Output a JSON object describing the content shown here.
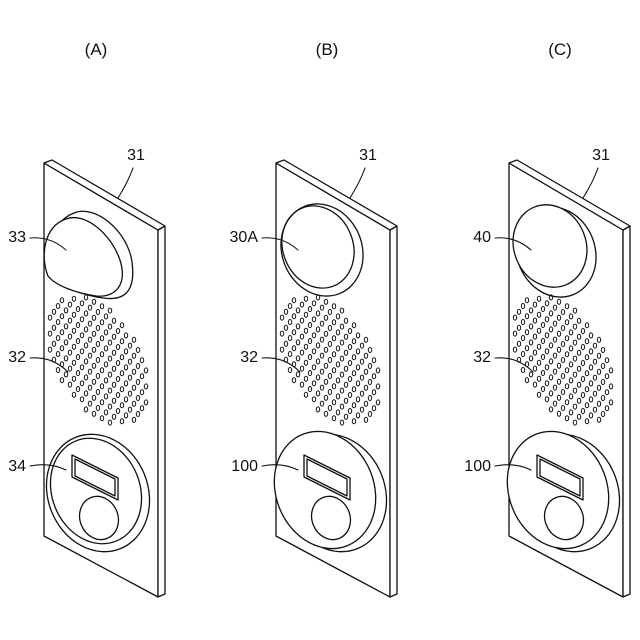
{
  "figure": {
    "panels": [
      {
        "id": "A",
        "title": "(A)",
        "labels": {
          "plate": "31",
          "top": "33",
          "speaker": "32",
          "bottom": "34"
        },
        "top_style": "dome",
        "bottom_style": "flat"
      },
      {
        "id": "B",
        "title": "(B)",
        "labels": {
          "plate": "31",
          "top": "30A",
          "speaker": "32",
          "bottom": "100"
        },
        "top_style": "recess",
        "bottom_style": "cover"
      },
      {
        "id": "C",
        "title": "(C)",
        "labels": {
          "plate": "31",
          "top": "40",
          "speaker": "32",
          "bottom": "100"
        },
        "top_style": "lens",
        "bottom_style": "cover"
      }
    ],
    "colors": {
      "line": "#111111",
      "background": "#ffffff"
    }
  }
}
